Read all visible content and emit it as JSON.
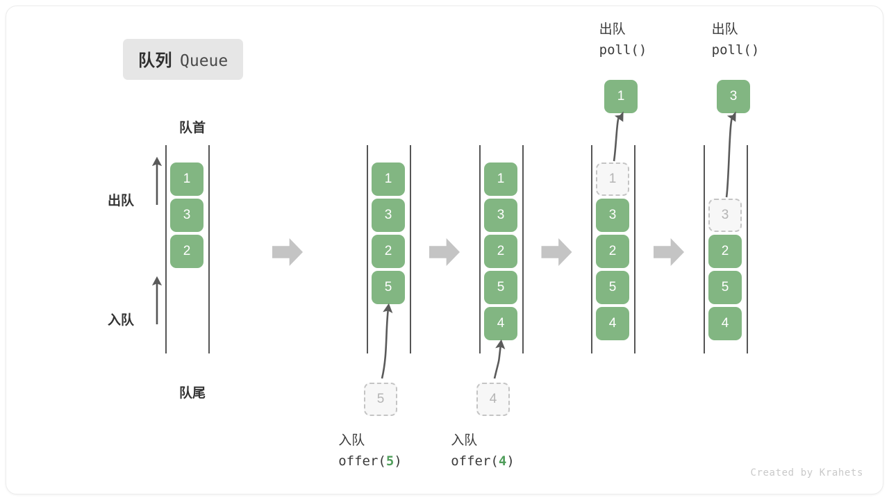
{
  "title": {
    "cn": "队列",
    "en": "Queue"
  },
  "labels": {
    "head": "队首",
    "tail": "队尾",
    "dequeue": "出队",
    "enqueue": "入队"
  },
  "watermark": "Created by Krahets",
  "colors": {
    "cell_green": "#82b682",
    "ghost_fill": "#f7f7f7",
    "ghost_border": "#c4c4c4",
    "ghost_text": "#b4b4b4",
    "rail": "#555555",
    "arrow_gray": "#c4c4c4",
    "curve_arrow": "#5a5a5a",
    "badge_bg": "#e6e6e6",
    "text": "#333333",
    "arg_green": "#4f9d5a"
  },
  "steps": [
    {
      "id": "initial",
      "cells": [
        "1",
        "3",
        "2"
      ],
      "ghost_rows": [],
      "caption_cn": null,
      "caption_code": null,
      "incoming": null,
      "outgoing": null
    },
    {
      "id": "offer-5",
      "cells": [
        "1",
        "3",
        "2",
        "5"
      ],
      "ghost_rows": [],
      "caption_cn": "入队",
      "caption_code_prefix": "offer(",
      "caption_code_arg": "5",
      "caption_code_suffix": ")",
      "incoming": {
        "value": "5"
      },
      "outgoing": null
    },
    {
      "id": "offer-4",
      "cells": [
        "1",
        "3",
        "2",
        "5",
        "4"
      ],
      "ghost_rows": [],
      "caption_cn": "入队",
      "caption_code_prefix": "offer(",
      "caption_code_arg": "4",
      "caption_code_suffix": ")",
      "incoming": {
        "value": "4"
      },
      "outgoing": null
    },
    {
      "id": "poll-1",
      "cells": [
        "1",
        "3",
        "2",
        "5",
        "4"
      ],
      "ghost_rows": [
        0
      ],
      "caption_cn": "出队",
      "caption_code_prefix": "poll(",
      "caption_code_arg": "",
      "caption_code_suffix": ")",
      "incoming": null,
      "outgoing": {
        "value": "1"
      }
    },
    {
      "id": "poll-3",
      "cells": [
        "",
        "3",
        "2",
        "5",
        "4"
      ],
      "ghost_rows": [
        1
      ],
      "caption_cn": "出队",
      "caption_code_prefix": "poll(",
      "caption_code_arg": "",
      "caption_code_suffix": ")",
      "incoming": null,
      "outgoing": {
        "value": "3"
      }
    }
  ],
  "transition_arrows": 4
}
